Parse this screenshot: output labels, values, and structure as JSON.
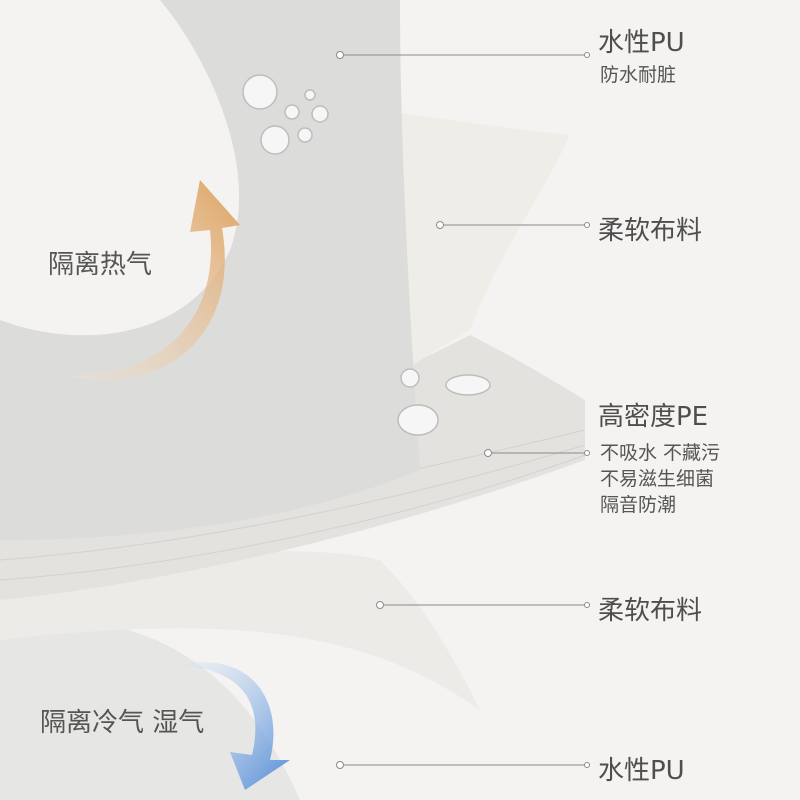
{
  "layers": [
    {
      "title": "水性PU",
      "desc": [
        "防水耐脏"
      ]
    },
    {
      "title": "柔软布料",
      "desc": []
    },
    {
      "title": "高密度PE",
      "desc": [
        "不吸水 不藏污",
        "不易滋生细菌",
        "隔音防潮"
      ]
    },
    {
      "title": "柔软布料",
      "desc": []
    },
    {
      "title": "水性PU",
      "desc": []
    }
  ],
  "arrows": {
    "top": {
      "label": "隔离热气",
      "color": "#e2a766"
    },
    "bottom": {
      "label": "隔离冷气 湿气",
      "color": "#5b93dc"
    }
  }
}
